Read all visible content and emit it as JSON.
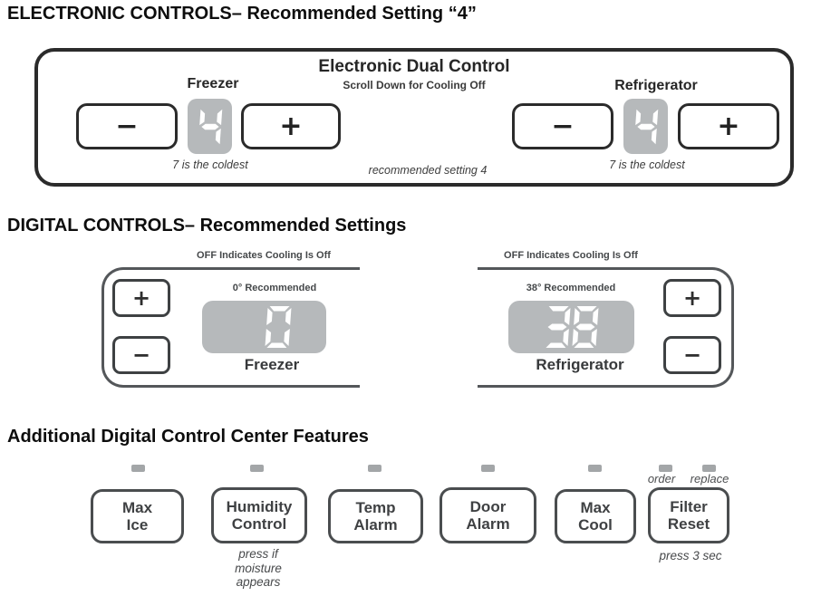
{
  "electronic": {
    "heading": "ELECTRONIC CONTROLS– Recommended Setting “4”",
    "panel_title": "Electronic Dual Control",
    "panel_subtitle": "Scroll Down for Cooling Off",
    "freezer_label": "Freezer",
    "refrigerator_label": "Refrigerator",
    "freezer_value": "4",
    "refrigerator_value": "4",
    "minus_label": "−",
    "plus_label": "+",
    "coldest_note_left": "7 is the coldest",
    "coldest_note_right": "7 is the coldest",
    "recommended_note": "recommended setting 4"
  },
  "digital": {
    "heading": "DIGITAL CONTROLS– Recommended Settings",
    "freezer": {
      "off_note": "OFF Indicates Cooling Is Off",
      "recommended": "0° Recommended",
      "value": "0",
      "label": "Freezer",
      "plus_label": "+",
      "minus_label": "−"
    },
    "refrigerator": {
      "off_note": "OFF Indicates Cooling Is Off",
      "recommended": "38° Recommended",
      "value": "38",
      "label": "Refrigerator",
      "plus_label": "+",
      "minus_label": "−"
    }
  },
  "features": {
    "heading": "Additional Digital Control Center Features",
    "buttons": [
      {
        "label": "Max\nIce"
      },
      {
        "label": "Humidity\nControl",
        "note": "press if\nmoisture\nappears"
      },
      {
        "label": "Temp\nAlarm"
      },
      {
        "label": "Door\nAlarm"
      },
      {
        "label": "Max\nCool"
      },
      {
        "label": "Filter\nReset",
        "note": "press 3 sec"
      }
    ],
    "filter_indicator_labels": [
      "order",
      "replace"
    ]
  },
  "colors": {
    "display_gray": "#b6b9bb",
    "indicator_gray": "#a3a6a8",
    "panel_border_dark": "#2b2b2b",
    "digital_panel_border": "#54575a",
    "digit_color": "#ffffff"
  }
}
